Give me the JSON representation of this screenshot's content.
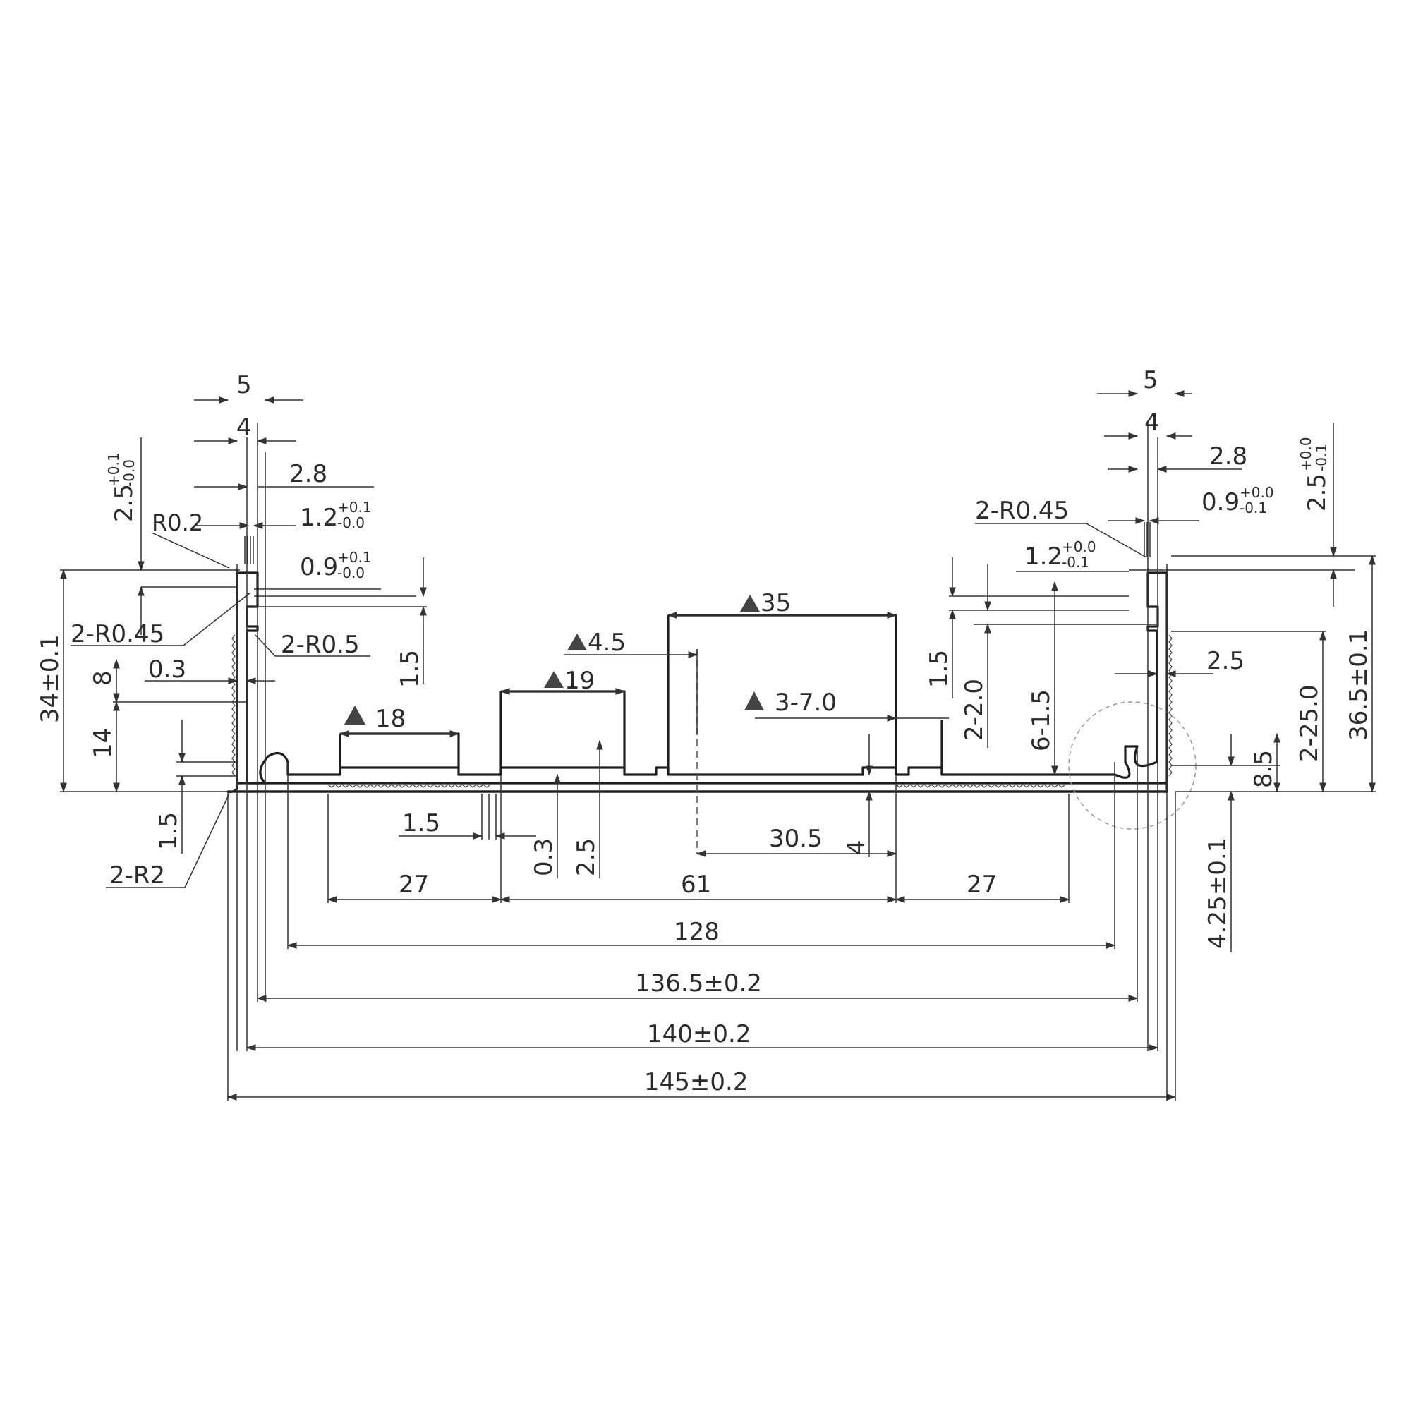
{
  "drawing": {
    "labels": {
      "top_left_5": "5",
      "top_left_4": "4",
      "top_left_2_8": "2.8",
      "top_left_2_5": "2.5",
      "top_left_2_5_tol_upper": "+0.1",
      "top_left_2_5_tol_lower": "-0.0",
      "r0_2": "R0.2",
      "top_left_1_2": "1.2",
      "top_left_1_2_tol_upper": "+0.1",
      "top_left_1_2_tol_lower": "-0.0",
      "top_left_0_9": "0.9",
      "top_left_0_9_tol_upper": "+0.1",
      "top_left_0_9_tol_lower": "-0.0",
      "left_2_r0_45": "2-R0.45",
      "left_2_r0_5": "2-R0.5",
      "left_0_3": "0.3",
      "left_34": "34±0.1",
      "left_8": "8",
      "left_14": "14",
      "left_1_5": "1.5",
      "left_1_5_vertical": "1.5",
      "left_2_r2": "2-R2",
      "slot_18": "18",
      "slot_19": "19",
      "slot_4_5": "4.5",
      "slot_35": "35",
      "slot_3_7_0": "3-7.0",
      "bottom_1_5": "1.5",
      "bottom_0_3": "0.3",
      "bottom_2_5": "2.5",
      "bottom_30_5": "30.5",
      "bottom_4": "4",
      "bottom_27_left": "27",
      "bottom_61": "61",
      "bottom_27_right": "27",
      "overall_128": "128",
      "overall_136_5": "136.5±0.2",
      "overall_140": "140±0.2",
      "overall_145": "145±0.2",
      "top_right_5": "5",
      "top_right_4": "4",
      "top_right_2_8": "2.8",
      "top_right_0_9": "0.9",
      "top_right_0_9_tol_upper": "+0.0",
      "top_right_0_9_tol_lower": "-0.1",
      "top_right_2_5": "2.5",
      "top_right_2_5_tol_upper": "+0.0",
      "top_right_2_5_tol_lower": "-0.1",
      "right_2_r0_45": "2-R0.45",
      "top_right_1_2": "1.2",
      "top_right_1_2_tol_upper": "+0.0",
      "top_right_1_2_tol_lower": "-0.1",
      "right_1_5": "1.5",
      "right_2_2_0": "2-2.0",
      "right_6_1_5": "6-1.5",
      "right_2_5": "2.5",
      "right_2_25_0": "2-25.0",
      "right_36_5": "36.5±0.1",
      "right_8_5": "8.5",
      "right_4_25": "4.25±0.1"
    }
  }
}
